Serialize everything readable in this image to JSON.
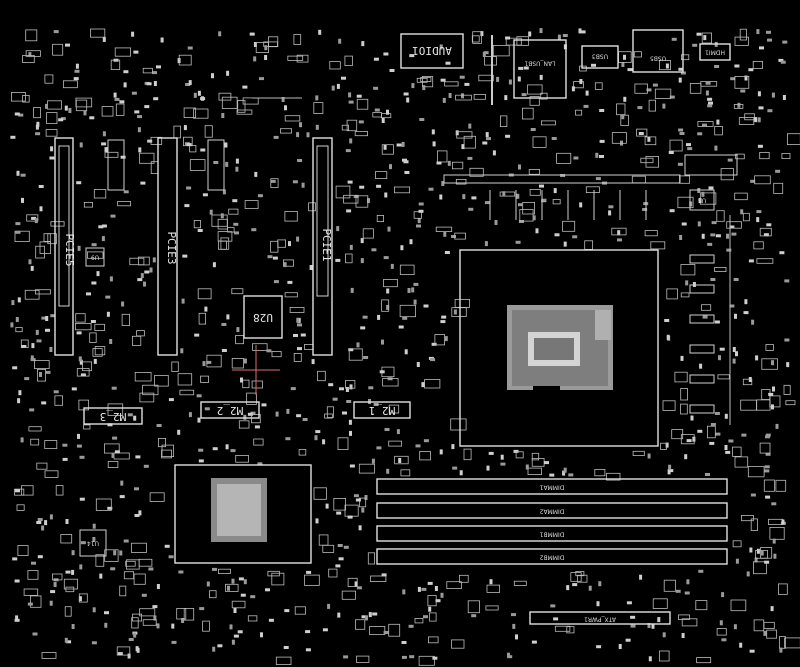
{
  "board": {
    "background": "#000000",
    "line_color": "#d0d0d0",
    "cross_color": "#e06a6a",
    "labels": {
      "pcie5": "PCIE5",
      "pcie3": "PCIE3",
      "pcie1": "PCIE1",
      "u28": "U28",
      "m2_1": "M2_1",
      "m2_2": "M2_2",
      "m2_3": "M2_3",
      "audio": "AUDIO1",
      "lan": "LAN_USB1",
      "usb3": "USB3",
      "usb5": "USB5",
      "hdmi": "HDMI1",
      "dimma1": "DIMMA1",
      "dimma2": "DIMMA2",
      "dimmb1": "DIMMB1",
      "dimmb2": "DIMMB2",
      "atx": "ATX_PWR1",
      "u5": "U5",
      "u14": "U14",
      "u9": "U9"
    }
  }
}
